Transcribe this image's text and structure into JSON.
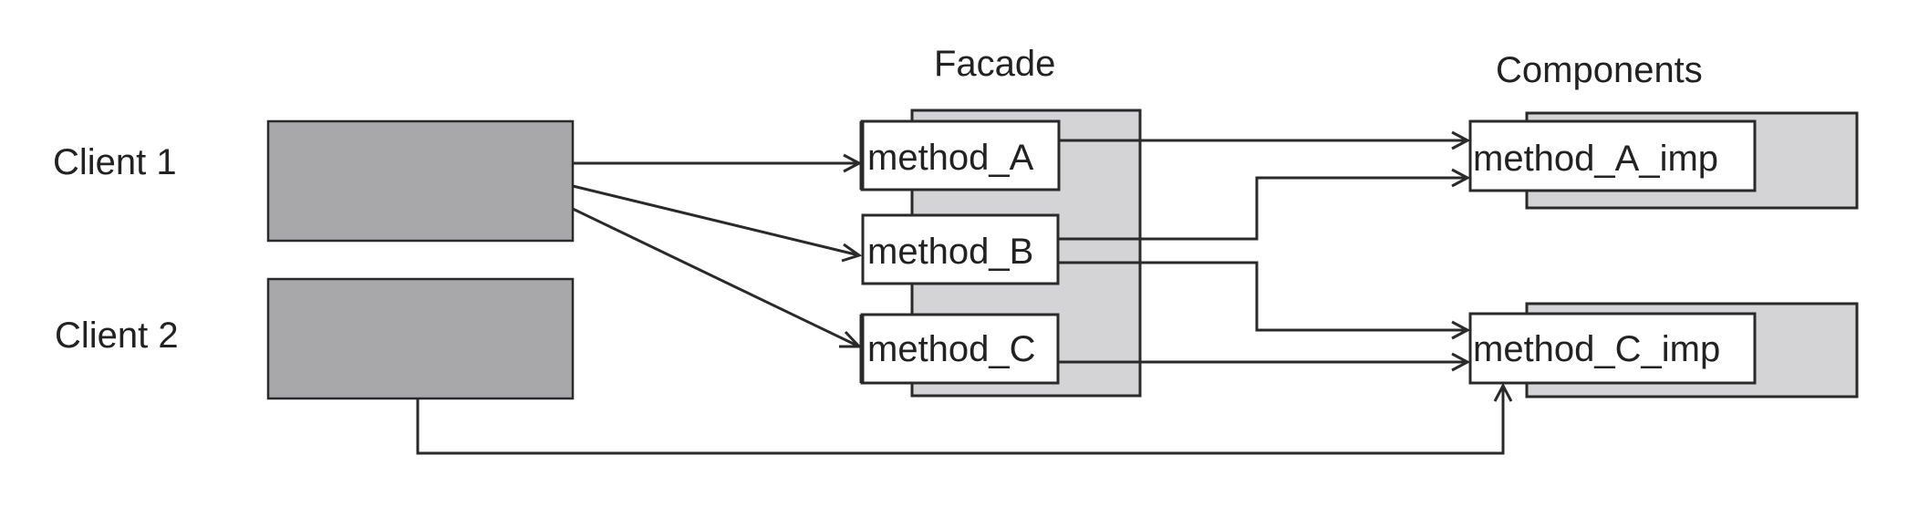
{
  "colors": {
    "client_fill": "#a8a8aa",
    "panel_fill": "#d4d4d6",
    "line": "#2a2a2a",
    "box_fill": "#ffffff"
  },
  "headings": {
    "facade": "Facade",
    "components": "Components"
  },
  "clients": [
    {
      "label": "Client 1"
    },
    {
      "label": "Client 2"
    }
  ],
  "facade_methods": [
    {
      "label": "method_A"
    },
    {
      "label": "method_B"
    },
    {
      "label": "method_C"
    }
  ],
  "component_methods": [
    {
      "label": "method_A_imp"
    },
    {
      "label": "method_C_imp"
    }
  ]
}
